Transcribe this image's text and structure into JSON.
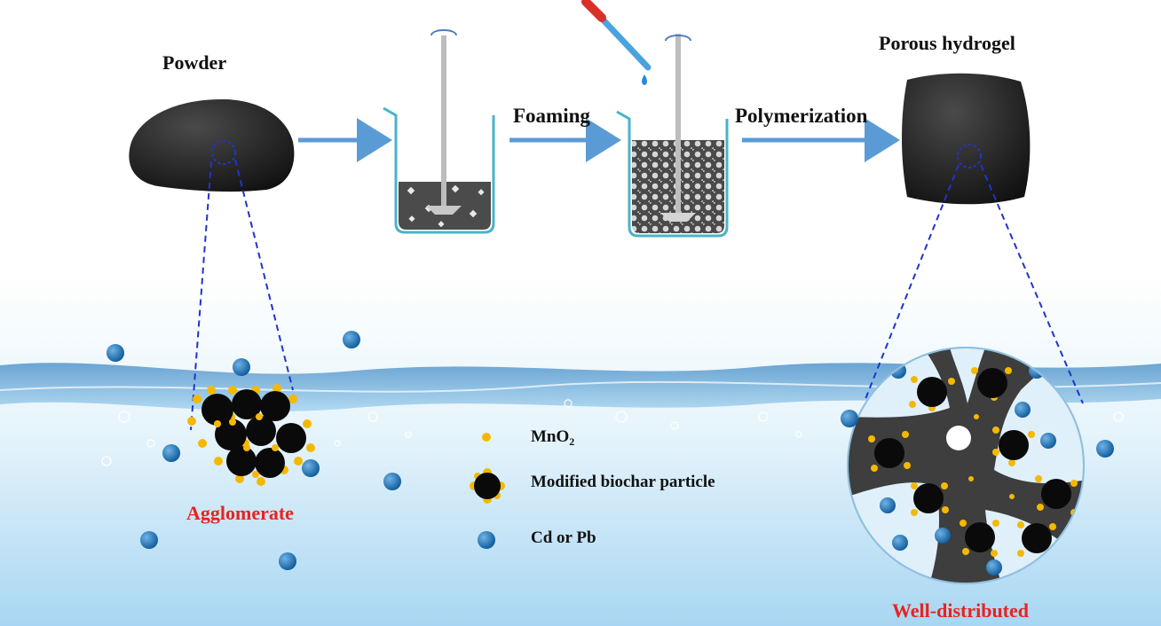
{
  "labels": {
    "powder": "Powder",
    "hydrogel": "Porous hydrogel",
    "foaming": "Foaming",
    "polymerization": "Polymerization",
    "agglomerate": "Agglomerate",
    "well_distributed": "Well-distributed"
  },
  "legend": {
    "mno2_main": "MnO",
    "mno2_sub": "2",
    "biochar": "Modified biochar particle",
    "metal": "Cd or Pb"
  },
  "colors": {
    "arrow": "#5b9bd5",
    "beaker": "#4ab3c8",
    "dashed_zoom": "#2233cc",
    "mno2": "#f5b800",
    "biochar": "#0a0a0a",
    "metal_ion": "#1f6fb0",
    "red_label": "#e8231f",
    "water_top": "#d8eef8",
    "water_bottom": "#a9d6f0"
  }
}
